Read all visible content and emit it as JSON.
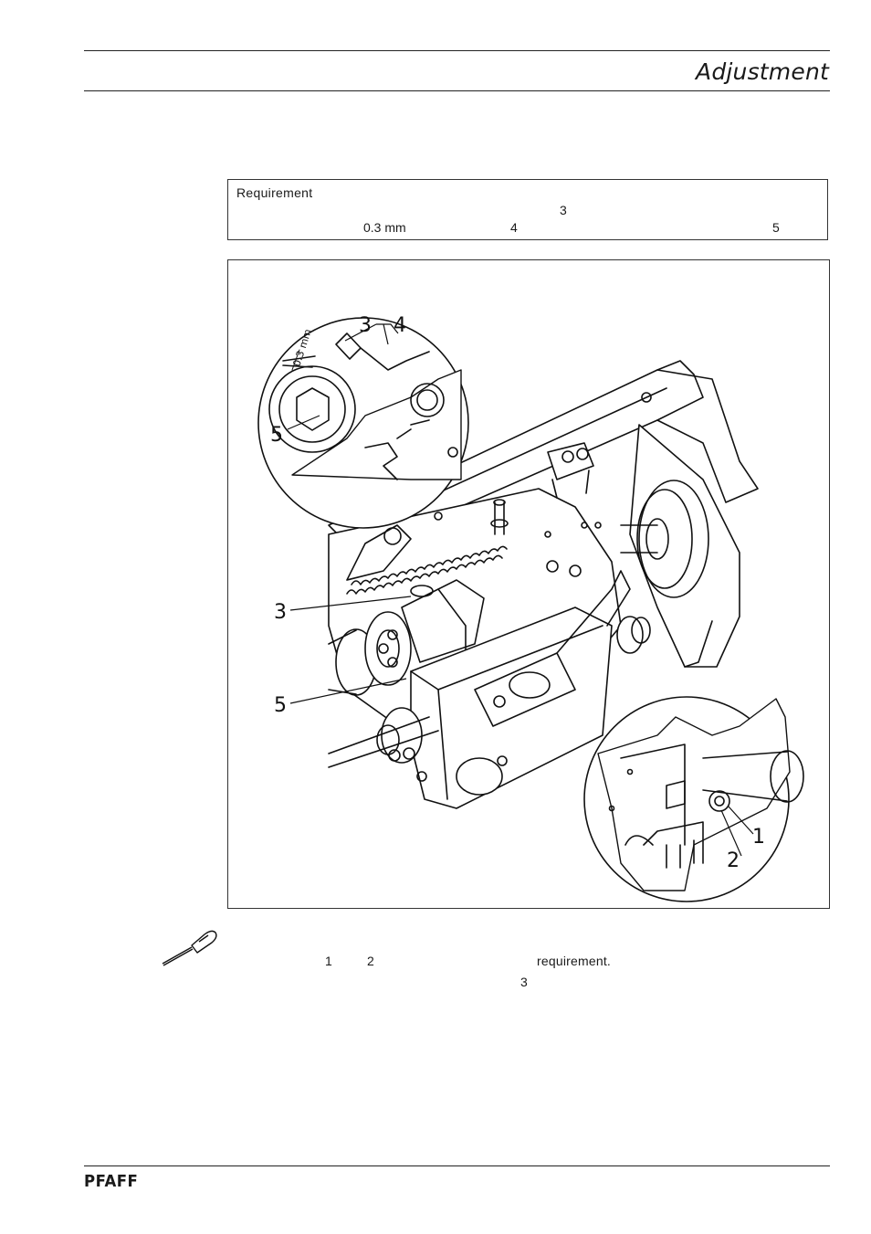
{
  "header": {
    "title": "Adjustment"
  },
  "requirement": {
    "label": "Requirement",
    "ref_part_a": "3",
    "clearance": "0.3 mm",
    "ref_part_b": "4",
    "ref_part_c": "5"
  },
  "figure": {
    "callouts": [
      "3",
      "4",
      "5",
      "3",
      "5",
      "1",
      "2"
    ],
    "dimension_label": "0.3 mm"
  },
  "adjustment_steps": {
    "ref_screw_1": "1",
    "ref_screw_2": "2",
    "word_requirement": "requirement.",
    "ref_part": "3"
  },
  "footer": {
    "brand": "PFAFF"
  }
}
